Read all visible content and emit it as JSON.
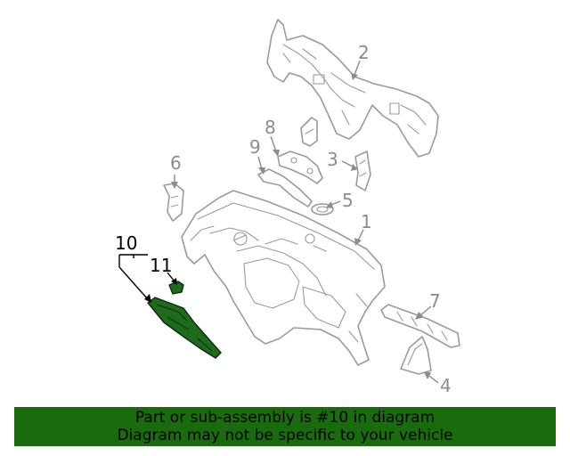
{
  "callouts": {
    "c1": "1",
    "c2": "2",
    "c3": "3",
    "c4": "4",
    "c5": "5",
    "c6": "6",
    "c7": "7",
    "c8": "8",
    "c9": "9",
    "c10": "10",
    "c11": "11"
  },
  "banner": {
    "line1": "Part or sub-assembly is #10 in diagram",
    "line2": "Diagram may not be specific to your vehicle"
  },
  "colors": {
    "highlight_part": "#1e6b1e",
    "banner_background": "#1a6b0e",
    "linework": "#9a9a9a"
  }
}
